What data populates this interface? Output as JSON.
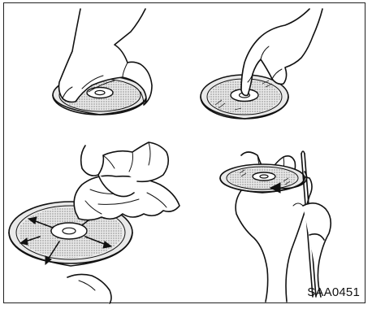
{
  "figure": {
    "code": "SAA0451",
    "border_color": "#222222",
    "panels": [
      {
        "id": "top-left",
        "depicts": "hand-holding-disc-edges"
      },
      {
        "id": "top-right",
        "depicts": "finger-in-center-hole"
      },
      {
        "id": "bottom-left",
        "depicts": "wiping-disc-outward"
      },
      {
        "id": "bottom-right",
        "depicts": "checking-disc-edge"
      }
    ]
  }
}
